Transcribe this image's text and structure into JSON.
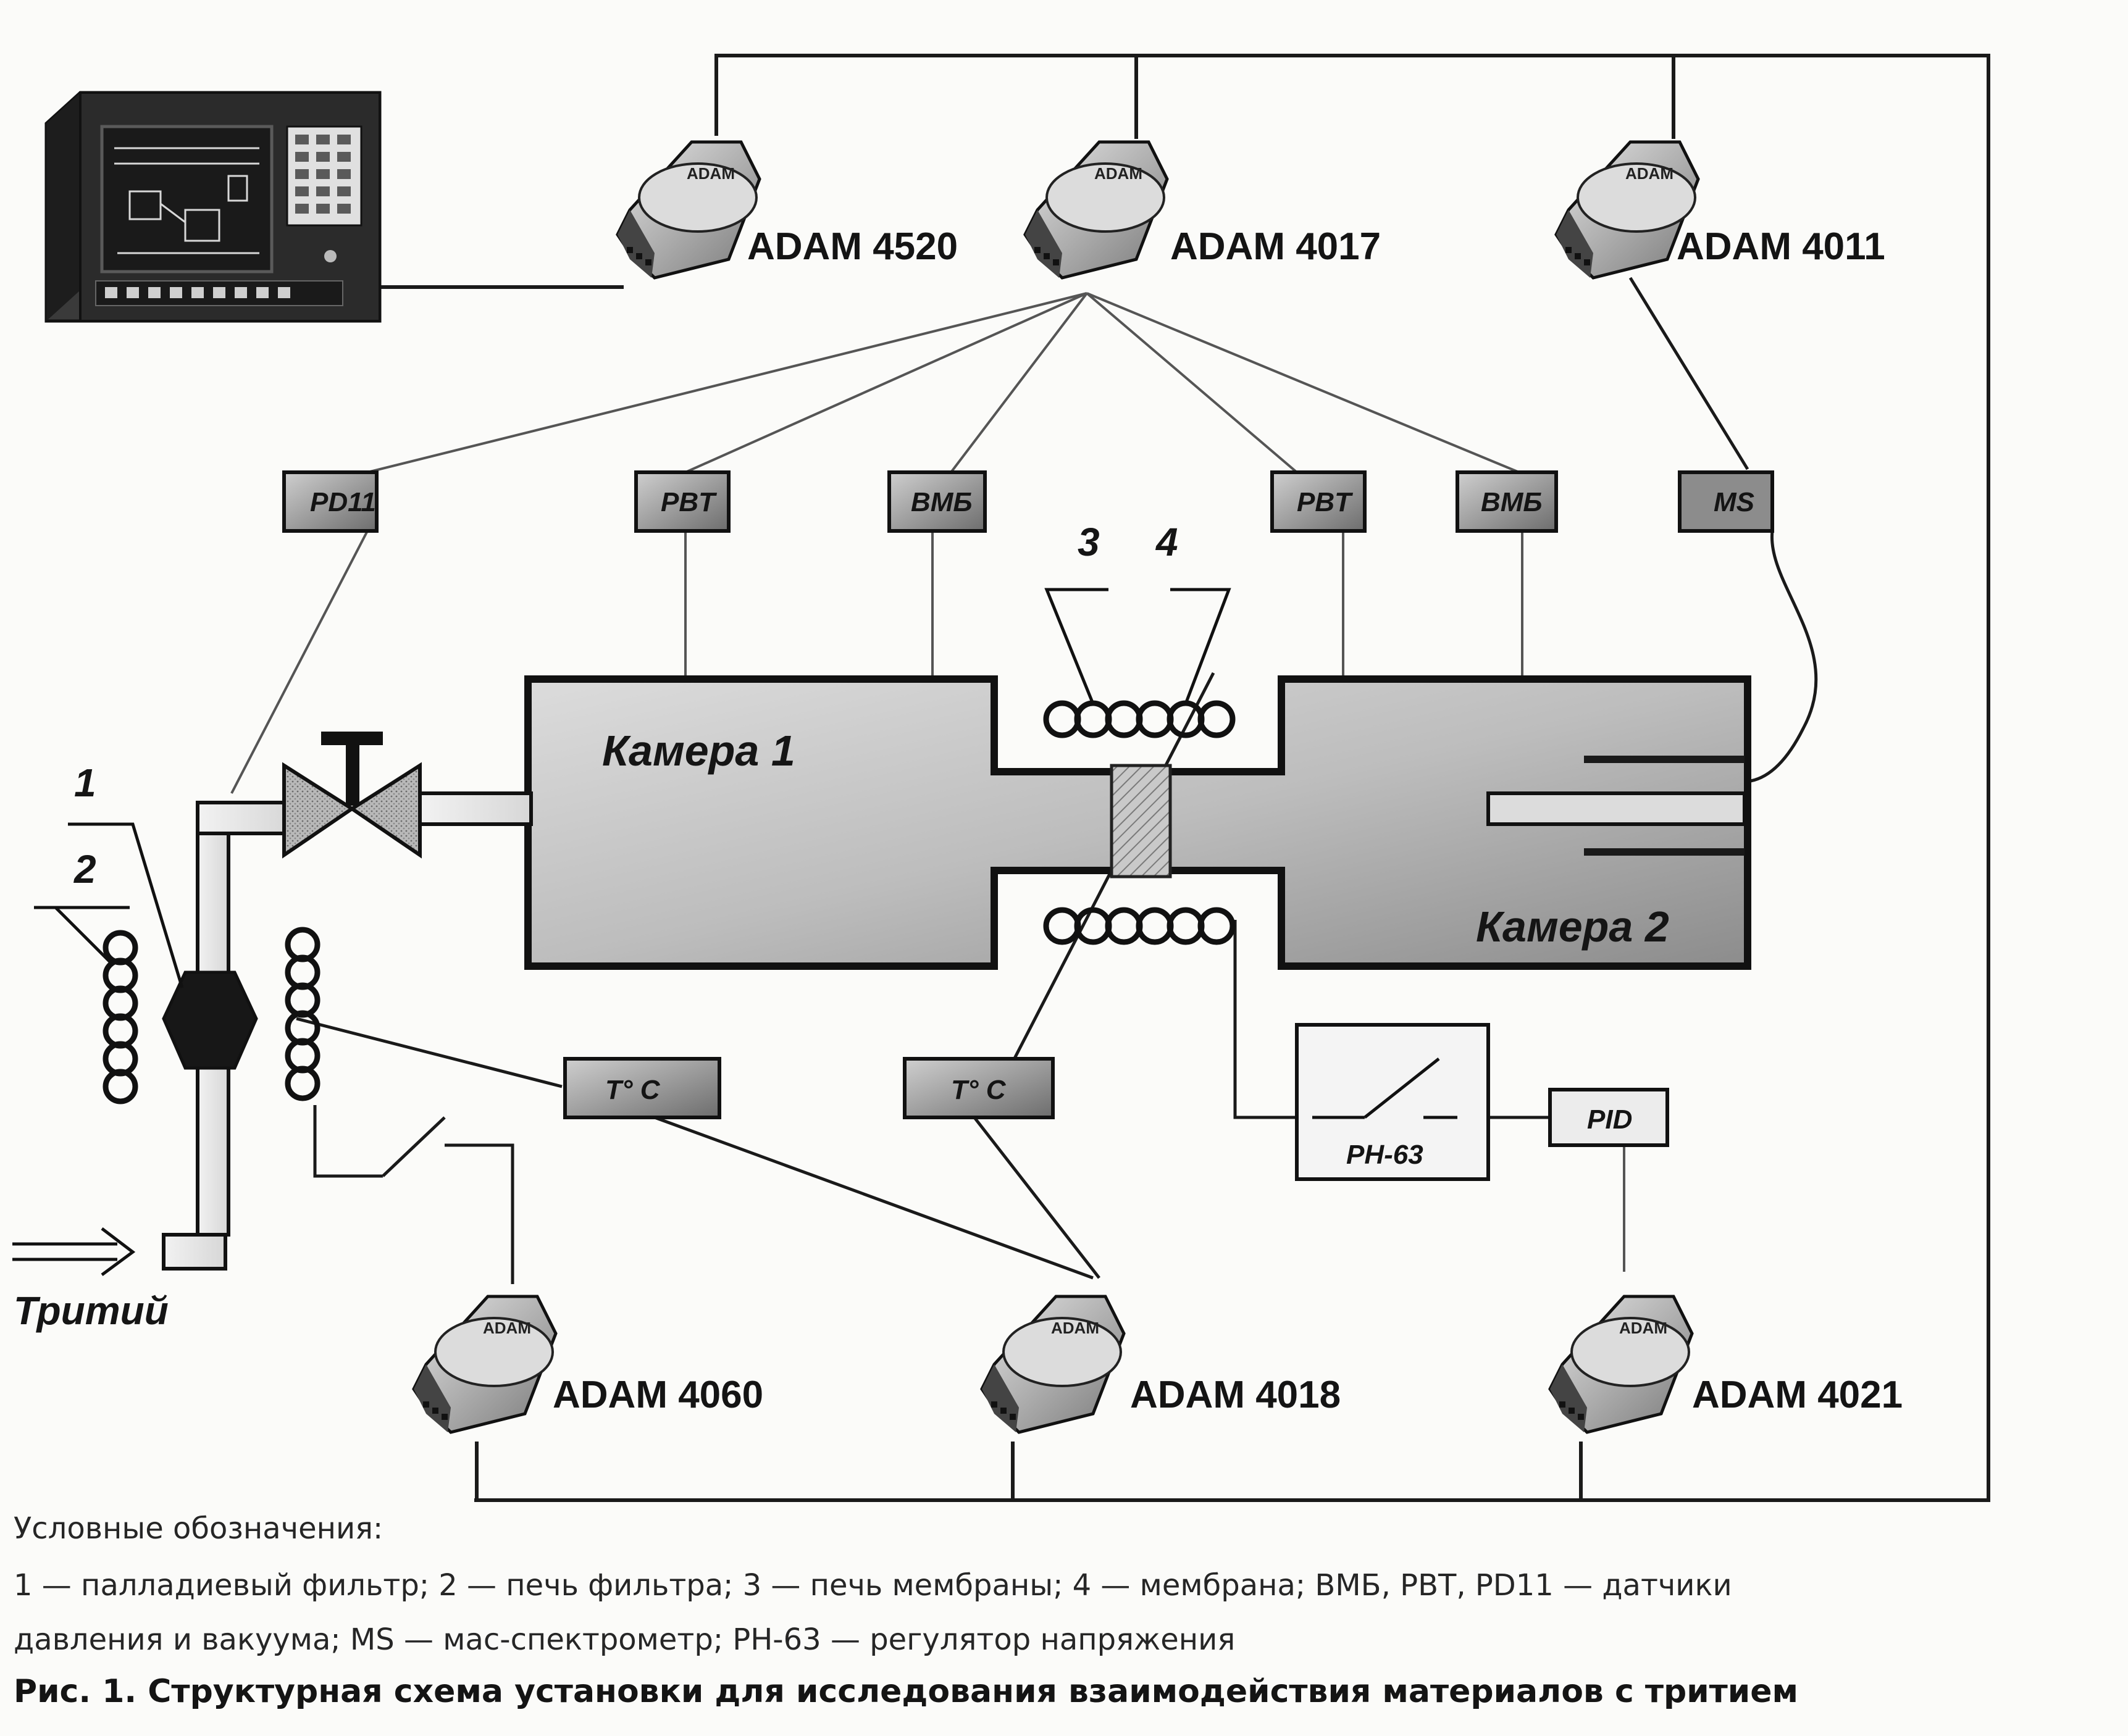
{
  "modules": {
    "adam4520": "ADAM 4520",
    "adam4017": "ADAM 4017",
    "adam4011": "ADAM 4011",
    "adam4060": "ADAM 4060",
    "adam4018": "ADAM 4018",
    "adam4021": "ADAM 4021",
    "module_logo": "ADAM"
  },
  "sensors": {
    "pd11": "PD11",
    "pbt1": "PBT",
    "vmb1": "ВМБ",
    "pbt2": "PBT",
    "vmb2": "ВМБ",
    "ms": "MS",
    "temp1": "T° C",
    "temp2": "T° C",
    "pid": "PID",
    "regulator": "PH-63"
  },
  "chambers": {
    "chamber1": "Камера 1",
    "chamber2": "Камера 2"
  },
  "numbers": {
    "n1": "1",
    "n2": "2",
    "n3": "3",
    "n4": "4"
  },
  "tritium": "Тритий",
  "legend": {
    "title": "Условные обозначения:",
    "line1": "1 — палладиевый фильтр; 2 — печь фильтра; 3 — печь мембраны; 4 — мембрана; ВМБ, PBT, PD11 — датчики",
    "line2": "давления и вакуума; MS — мас-спектрометр; PH-63 — регулятор напряжения"
  },
  "caption": "Рис. 1. Структурная схема установки для исследования взаимодействия материалов с тритием"
}
